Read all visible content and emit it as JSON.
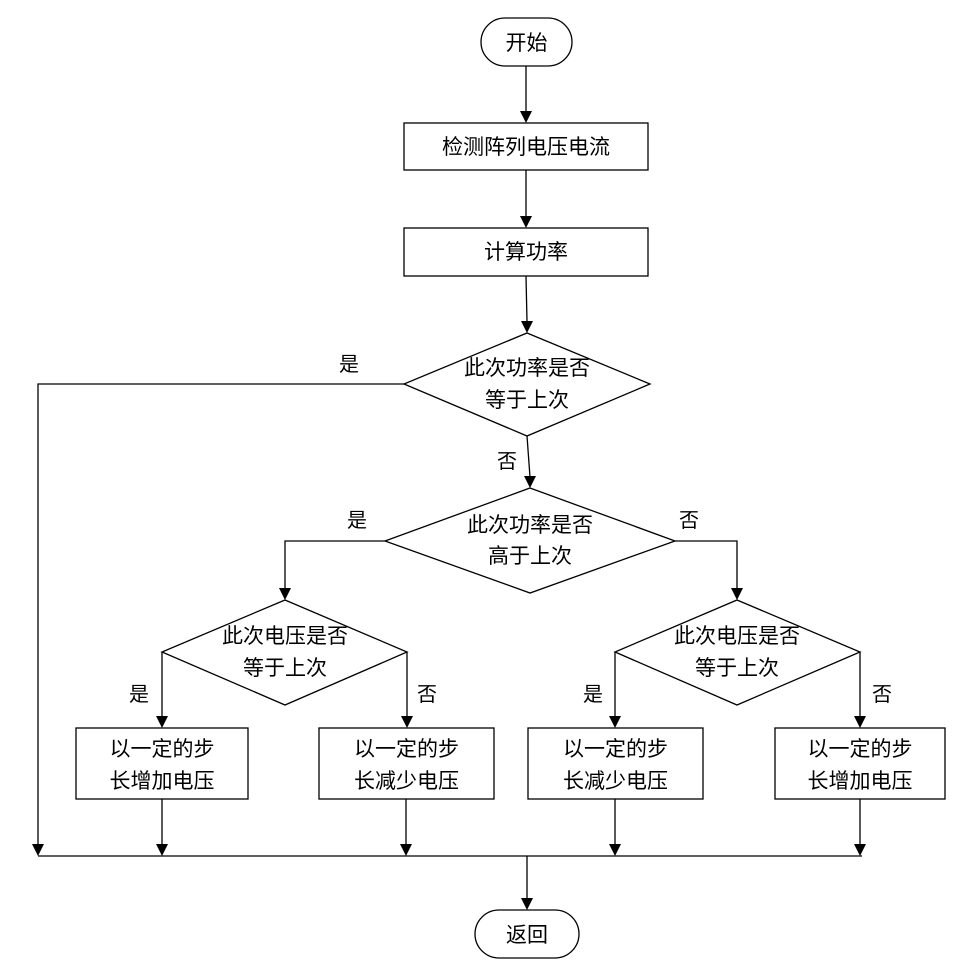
{
  "nodes": {
    "start": "开始",
    "detect": "检测阵列电压电流",
    "calc_power": "计算功率",
    "power_equal": [
      "此次功率是否",
      "等于上次"
    ],
    "power_higher": [
      "此次功率是否",
      "高于上次"
    ],
    "voltage_equal_left": [
      "此次电压是否",
      "等于上次"
    ],
    "voltage_equal_right": [
      "此次电压是否",
      "等于上次"
    ],
    "action_1": [
      "以一定的步",
      "长增加电压"
    ],
    "action_2": [
      "以一定的步",
      "长减少电压"
    ],
    "action_3": [
      "以一定的步",
      "长减少电压"
    ],
    "action_4": [
      "以一定的步",
      "长增加电压"
    ],
    "end": "返回"
  },
  "edge_labels": {
    "power_equal_yes": "是",
    "power_equal_no": "否",
    "power_higher_yes": "是",
    "power_higher_no": "否",
    "voltage_left_yes": "是",
    "voltage_left_no": "否",
    "voltage_right_yes": "是",
    "voltage_right_no": "否"
  },
  "colors": {
    "stroke": "#000000",
    "fill": "#ffffff",
    "text": "#000000"
  }
}
